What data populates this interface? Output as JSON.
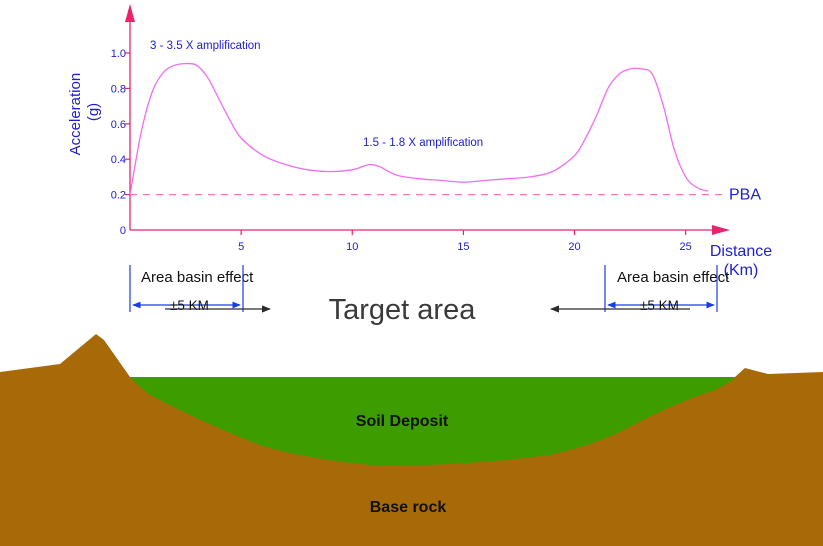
{
  "colors": {
    "axis": "#e8246e",
    "curve": "#f06ef0",
    "pba_line": "#f07ab0",
    "blue_text": "#2020d0",
    "ground": "#a86a08",
    "soil": "#3c9c00",
    "arrow": "#2b2b2b",
    "bracket": "#1a3ce6"
  },
  "chart_data": {
    "type": "line",
    "ylabel_line1": "Acceleration",
    "ylabel_line2": "(g)",
    "xlabel_line1": "Distance",
    "xlabel_line2": "(Km)",
    "xlim": [
      0,
      26.5
    ],
    "ylim": [
      0,
      1.0
    ],
    "xticks": [
      5,
      10,
      15,
      20,
      25
    ],
    "yticks": [
      0,
      0.2,
      0.4,
      0.6,
      0.8,
      1.0
    ],
    "ytick_labels": [
      "0",
      "0.2",
      "0.4",
      "0.6",
      "0.8",
      "1.0"
    ],
    "series": [
      {
        "x": [
          0,
          0.5,
          1,
          1.5,
          2,
          2.5,
          3,
          3.5,
          4,
          4.5,
          5,
          6,
          7,
          8,
          9,
          10,
          10.5,
          10.8,
          11.2,
          12,
          13,
          14,
          15,
          16,
          17,
          18,
          19,
          20,
          20.5,
          21,
          21.5,
          22,
          22.5,
          23,
          23.5,
          24,
          24.5,
          25,
          25.5,
          26
        ],
        "y": [
          0.2,
          0.55,
          0.78,
          0.89,
          0.93,
          0.94,
          0.93,
          0.86,
          0.74,
          0.62,
          0.52,
          0.42,
          0.37,
          0.34,
          0.33,
          0.34,
          0.36,
          0.37,
          0.36,
          0.31,
          0.29,
          0.28,
          0.27,
          0.28,
          0.29,
          0.3,
          0.33,
          0.42,
          0.52,
          0.65,
          0.8,
          0.88,
          0.91,
          0.91,
          0.88,
          0.7,
          0.45,
          0.3,
          0.24,
          0.22
        ]
      }
    ],
    "reference_line": {
      "label": "PBA",
      "y": 0.2
    },
    "annotations": [
      {
        "text": "3 - 3.5 X amplification"
      },
      {
        "text": "1.5 - 1.8 X amplification"
      }
    ]
  },
  "regions": {
    "left_label": "Area basin effect",
    "left_range": "±5 KM",
    "right_label": "Area basin effect",
    "right_range": "±5 KM",
    "target": "Target area"
  },
  "layers": {
    "soil": "Soil Deposit",
    "rock": "Base rock"
  }
}
